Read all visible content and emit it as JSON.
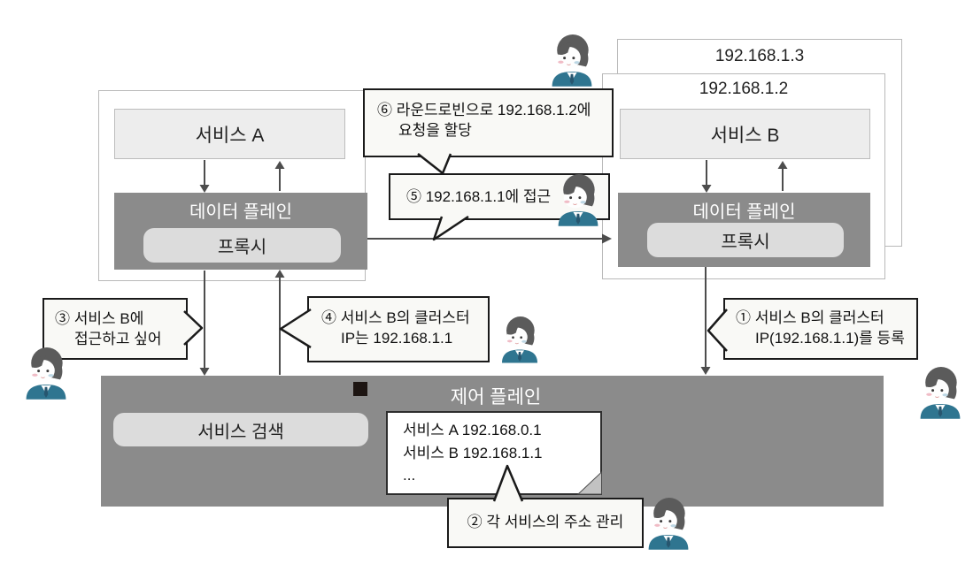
{
  "colors": {
    "pod_border": "#b9b9b9",
    "dark_box": "#8b8b8b",
    "light_box": "#ededed",
    "pill_box": "#dcdcdc",
    "callout_bg": "#f9f9f6",
    "callout_border": "#1a1a1a",
    "arrow": "#4d4d4d",
    "black_square": "#1d1512",
    "avatar_jacket": "#2f7590",
    "avatar_hair": "#5b5b5b"
  },
  "left_pod": {
    "service_label": "서비스 A",
    "data_plane_label": "데이터 플레인",
    "proxy_label": "프록시"
  },
  "right_pod": {
    "back_instance_ip": "192.168.1.3",
    "front_instance_ip": "192.168.1.2",
    "service_label": "서비스 B",
    "data_plane_label": "데이터 플레인",
    "proxy_label": "프록시"
  },
  "control_plane": {
    "title": "제어 플레인",
    "service_discovery_label": "서비스 검색",
    "registry_note": {
      "line1": "서비스 A 192.168.0.1",
      "line2": "서비스 B 192.168.1.1",
      "line3": "..."
    }
  },
  "callouts": {
    "c1": {
      "line1": "① 서비스 B의 클러스터",
      "line2": "IP(192.168.1.1)를 등록"
    },
    "c2": {
      "line1": "② 각 서비스의 주소 관리"
    },
    "c3": {
      "line1": "③ 서비스 B에",
      "line2": "접근하고 싶어"
    },
    "c4": {
      "line1": "④ 서비스 B의 클러스터",
      "line2": "IP는 192.168.1.1"
    },
    "c5": {
      "line1": "⑤ 192.168.1.1에 접근"
    },
    "c6": {
      "line1": "⑥ 라운드로빈으로 192.168.1.2에",
      "line2": "요청을 할당"
    }
  }
}
